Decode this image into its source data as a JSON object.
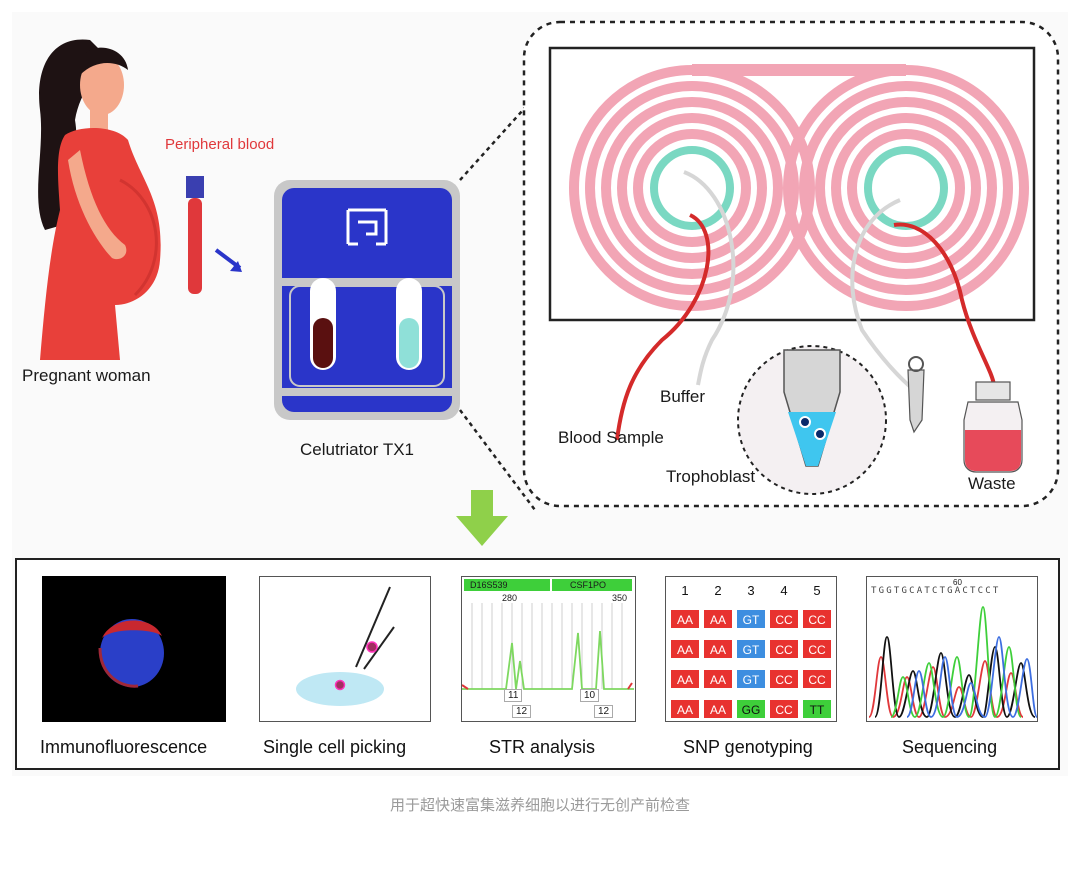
{
  "labels": {
    "peripheral_blood": "Peripheral blood",
    "pregnant_woman": "Pregnant woman",
    "device": "Celutriator TX1",
    "buffer": "Buffer",
    "blood_sample": "Blood Sample",
    "trophoblast": "Trophoblast",
    "waste": "Waste"
  },
  "panels": [
    {
      "label": "Immunofluorescence"
    },
    {
      "label": "Single cell picking"
    },
    {
      "label": "STR analysis"
    },
    {
      "label": "SNP genotyping"
    },
    {
      "label": "Sequencing"
    }
  ],
  "str": {
    "marker1": "D16S539",
    "marker2": "CSF1PO",
    "tick1": "280",
    "tick2": "350",
    "allele1a": "11",
    "allele1b": "12",
    "allele2a": "10",
    "allele2b": "12"
  },
  "snp": {
    "columns": [
      "1",
      "2",
      "3",
      "4",
      "5"
    ],
    "rows": [
      [
        "AA",
        "AA",
        "GT",
        "CC",
        "CC"
      ],
      [
        "AA",
        "AA",
        "GT",
        "CC",
        "CC"
      ],
      [
        "AA",
        "AA",
        "GT",
        "CC",
        "CC"
      ],
      [
        "AA",
        "AA",
        "GG",
        "CC",
        "TT"
      ]
    ],
    "colors": {
      "AA": "#e8322f",
      "CC": "#e8322f",
      "GT": "#3d8ee0",
      "GG": "#3ecf3a",
      "TT": "#3ecf3a"
    }
  },
  "seq": {
    "bases": "TGGTGCATCTGACTCCT",
    "position": "60"
  },
  "caption": "用于超快速富集滋养细胞以进行无创产前检查",
  "colors": {
    "blood_red": "#e0383b",
    "device_blue": "#2a35c9",
    "spiral_pink": "#f2a5b5",
    "spiral_teal": "#7ad8c2",
    "arrow_green": "#8fd04a"
  }
}
